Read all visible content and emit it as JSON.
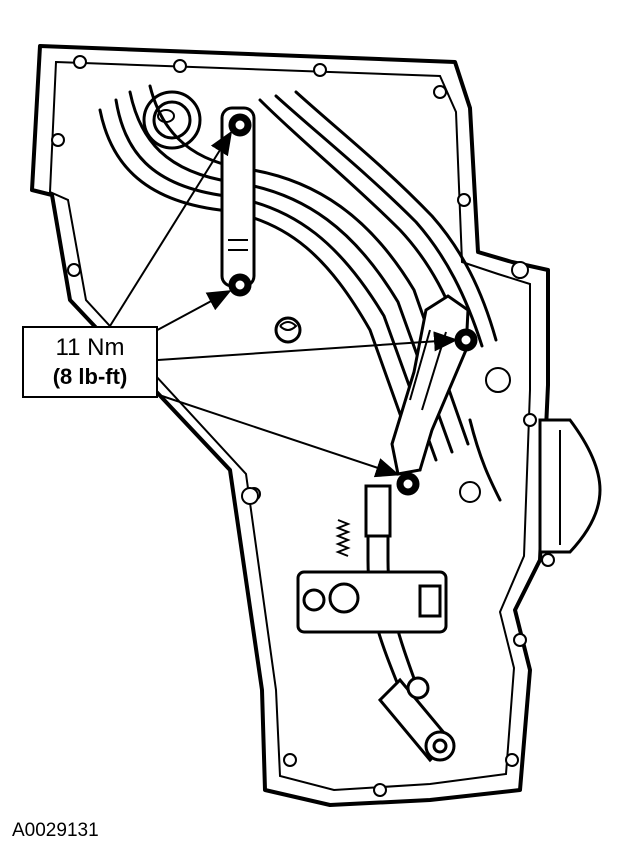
{
  "diagram": {
    "callout": {
      "metric": "11 Nm",
      "imperial": "(8 lb-ft)"
    },
    "figure_id": "A0029131",
    "line_color": "#000000",
    "background_color": "#ffffff"
  }
}
